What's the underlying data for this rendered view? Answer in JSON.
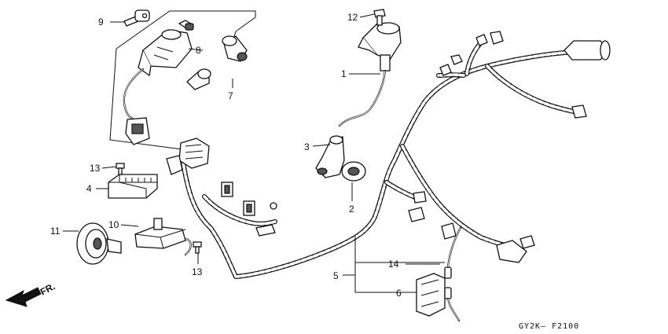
{
  "callouts": [
    {
      "id": "c1",
      "text": "1"
    },
    {
      "id": "c2",
      "text": "2"
    },
    {
      "id": "c3",
      "text": "3"
    },
    {
      "id": "c4",
      "text": "4"
    },
    {
      "id": "c5",
      "text": "5"
    },
    {
      "id": "c6",
      "text": "6"
    },
    {
      "id": "c7",
      "text": "7"
    },
    {
      "id": "c8",
      "text": "8"
    },
    {
      "id": "c9",
      "text": "9"
    },
    {
      "id": "c10",
      "text": "10"
    },
    {
      "id": "c11",
      "text": "11"
    },
    {
      "id": "c12",
      "text": "12"
    },
    {
      "id": "c13a",
      "text": "13"
    },
    {
      "id": "c13b",
      "text": "13"
    },
    {
      "id": "c14",
      "text": "14"
    }
  ],
  "direction_label": "FR.",
  "drawing_code": "GY2K– F2100"
}
